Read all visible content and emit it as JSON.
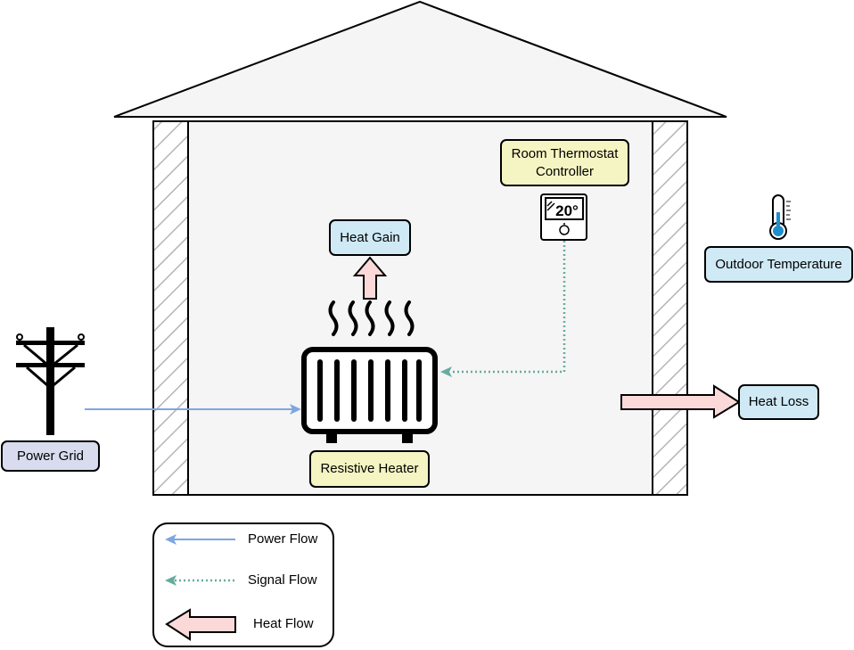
{
  "labels": {
    "thermostat": "Room Thermostat Controller",
    "heat_gain": "Heat Gain",
    "outdoor_temperature": "Outdoor Temperature",
    "power_grid": "Power Grid",
    "resistive_heater": "Resistive Heater",
    "heat_loss": "Heat Loss"
  },
  "thermostat_display": "20°",
  "legend": {
    "power_flow": "Power Flow",
    "signal_flow": "Signal Flow",
    "heat_flow": "Heat Flow"
  },
  "colors": {
    "power_flow": "#7ea6e0",
    "signal_flow": "#67ab9f",
    "heat_flow_fill": "#fbd9d9",
    "yellow_box": "#f5f5c3",
    "blue_box": "#cfe9f5",
    "power_grid_box": "#d8dcee",
    "room_interior": "#f5f5f5"
  }
}
